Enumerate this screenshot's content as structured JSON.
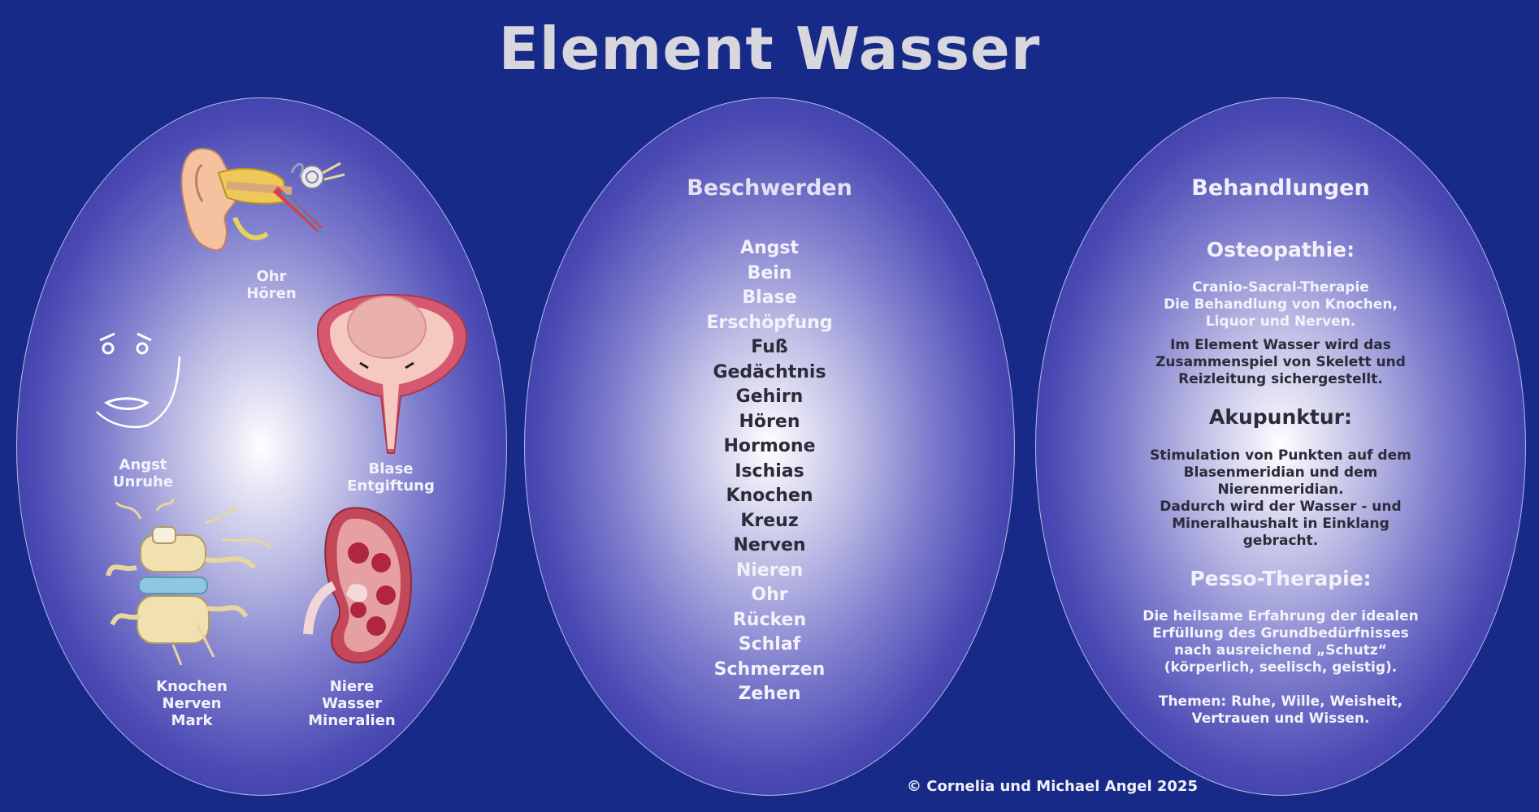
{
  "title": "Element Wasser",
  "left": {
    "labels": {
      "ear": "Ohr\nHören",
      "face": "Angst\nUnruhe",
      "bladder": "Blase\nEntgiftung",
      "spine": "Knochen\nNerven\nMark",
      "kidney": "Niere\nWasser\nMineralien"
    },
    "icons": [
      "ear-anatomy-icon",
      "worried-face-icon",
      "bladder-icon",
      "spine-icon",
      "kidney-icon"
    ]
  },
  "middle": {
    "heading": "Beschwerden",
    "items": [
      "Angst",
      "Bein",
      "Blase",
      "Erschöpfung",
      "Fuß",
      "Gedächtnis",
      "Gehirn",
      "Hören",
      "Hormone",
      "Ischias",
      "Knochen",
      "Kreuz",
      "Nerven",
      "Nieren",
      "Ohr",
      "Rücken",
      "Schlaf",
      "Schmerzen",
      "Zehen"
    ]
  },
  "right": {
    "heading": "Behandlungen",
    "osteo": {
      "title": "Osteopathie:",
      "p1": "Cranio-Sacral-Therapie\nDie Behandlung von Knochen,\nLiquor und Nerven.",
      "p2": "Im Element Wasser wird das\nZusammenspiel von Skelett und\nReizleitung sichergestellt."
    },
    "akupunktur": {
      "title": "Akupunktur:",
      "p1": "Stimulation von Punkten auf dem\nBlasenmeridian und dem\nNierenmeridian.\nDadurch wird der Wasser - und\nMineralhaushalt in Einklang\ngebracht."
    },
    "pesso": {
      "title": "Pesso-Therapie:",
      "p1": "Die heilsame Erfahrung der idealen\nErfüllung des Grundbedürfnisses\nnach ausreichend „Schutz“\n(körperlich, seelisch, geistig).",
      "p2": "Themen: Ruhe, Wille, Weisheit,\nVertrauen und Wissen."
    }
  },
  "copyright": "© Cornelia und Michael Angel 2025",
  "colors": {
    "background": "#172a87",
    "title": "#d7d7dd",
    "light_text": "#f3f2fb",
    "dark_text": "#2b2b3a"
  }
}
